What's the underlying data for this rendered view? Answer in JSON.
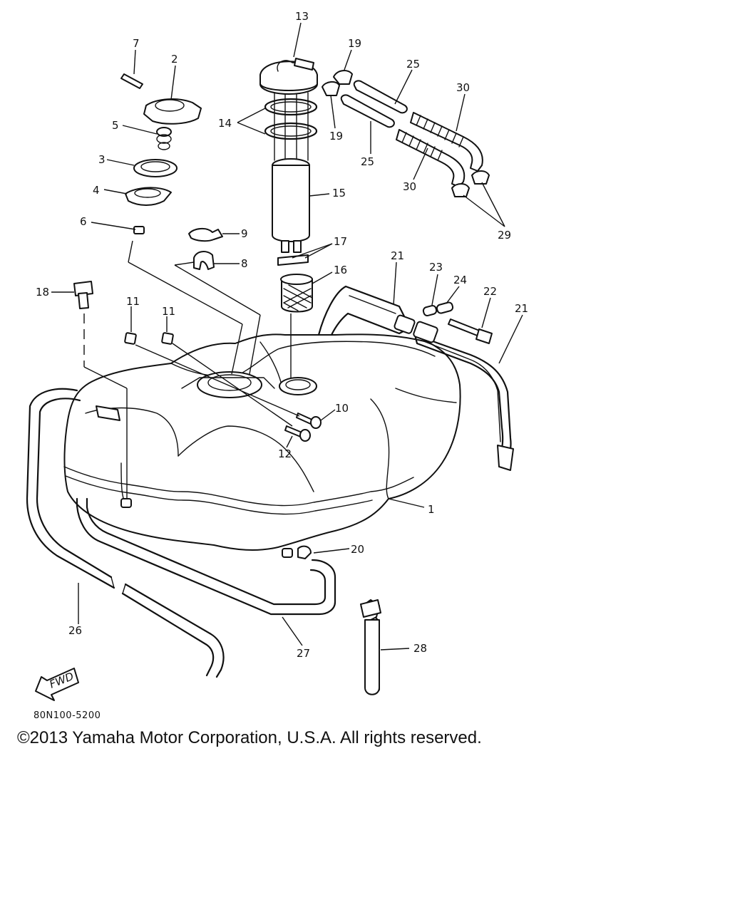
{
  "diagram": {
    "code": "80N100-5200",
    "copyright": "©2013 Yamaha Motor Corporation, U.S.A. All rights reserved.",
    "fwd_label": "FWD",
    "part_labels": [
      {
        "id": "p1",
        "text": "1"
      },
      {
        "id": "p2",
        "text": "2"
      },
      {
        "id": "p3",
        "text": "3"
      },
      {
        "id": "p4",
        "text": "4"
      },
      {
        "id": "p5",
        "text": "5"
      },
      {
        "id": "p6",
        "text": "6"
      },
      {
        "id": "p7",
        "text": "7"
      },
      {
        "id": "p8",
        "text": "8"
      },
      {
        "id": "p9",
        "text": "9"
      },
      {
        "id": "p10",
        "text": "10"
      },
      {
        "id": "p11a",
        "text": "11"
      },
      {
        "id": "p11b",
        "text": "11"
      },
      {
        "id": "p12",
        "text": "12"
      },
      {
        "id": "p13",
        "text": "13"
      },
      {
        "id": "p14",
        "text": "14"
      },
      {
        "id": "p15",
        "text": "15"
      },
      {
        "id": "p16",
        "text": "16"
      },
      {
        "id": "p17",
        "text": "17"
      },
      {
        "id": "p18",
        "text": "18"
      },
      {
        "id": "p19a",
        "text": "19"
      },
      {
        "id": "p19b",
        "text": "19"
      },
      {
        "id": "p20",
        "text": "20"
      },
      {
        "id": "p21a",
        "text": "21"
      },
      {
        "id": "p21b",
        "text": "21"
      },
      {
        "id": "p22",
        "text": "22"
      },
      {
        "id": "p23",
        "text": "23"
      },
      {
        "id": "p24",
        "text": "24"
      },
      {
        "id": "p25a",
        "text": "25"
      },
      {
        "id": "p25b",
        "text": "25"
      },
      {
        "id": "p26",
        "text": "26"
      },
      {
        "id": "p27",
        "text": "27"
      },
      {
        "id": "p28",
        "text": "28"
      },
      {
        "id": "p29",
        "text": "29"
      },
      {
        "id": "p30a",
        "text": "30"
      },
      {
        "id": "p30b",
        "text": "30"
      }
    ]
  }
}
